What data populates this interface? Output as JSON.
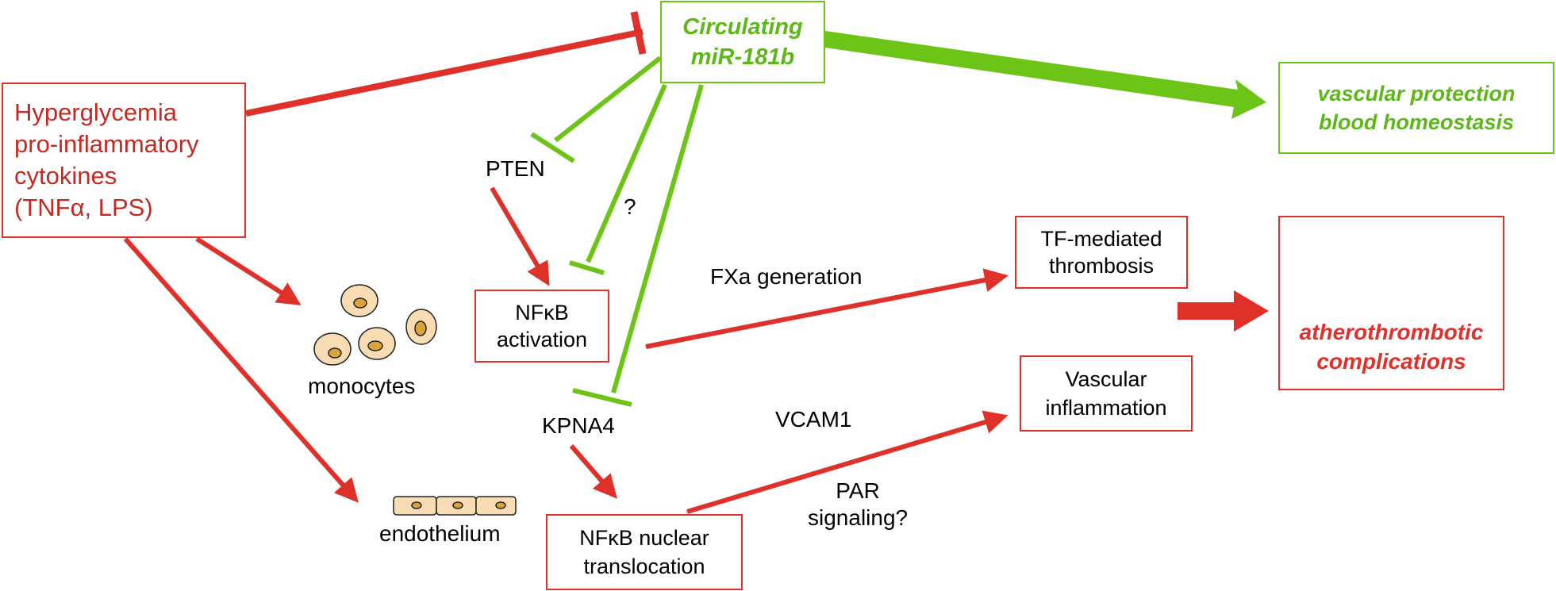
{
  "nodes": {
    "hyperglycemia": [
      "Hyperglycemia",
      "pro-inflammatory",
      "cytokines",
      "(TNFα, LPS)"
    ],
    "mir181b": [
      "Circulating",
      "miR-181b"
    ],
    "protection": [
      "vascular protection",
      "blood homeostasis"
    ],
    "complications": [
      "atherothrombotic",
      "complications"
    ],
    "nfkb_activation": [
      "NFκB",
      "activation"
    ],
    "nfkb_nuclear": [
      "NFκB nuclear",
      "translocation"
    ],
    "tf_thrombosis": [
      "TF-mediated",
      "thrombosis"
    ],
    "vascular_inflammation": [
      "Vascular",
      "inflammation"
    ]
  },
  "labels": {
    "pten": "PTEN",
    "question": "?",
    "fxa": "FXa generation",
    "monocytes": "monocytes",
    "kpna4": "KPNA4",
    "vcam1": "VCAM1",
    "par": [
      "PAR",
      "signaling?"
    ],
    "endothelium": "endothelium"
  },
  "colors": {
    "activation_red": "#e0302a",
    "inhibition_green": "#6cc417",
    "node_text_red": "#c42a22",
    "node_text_green": "#5cb818",
    "cell_fill": "#f9dcb4",
    "cell_nucleus": "#d9a33a"
  },
  "icons": {
    "monocytes": "monocyte-cells-icon",
    "endothelium": "endothelial-cells-icon",
    "vessel": "atherosclerotic-vessel-icon"
  }
}
